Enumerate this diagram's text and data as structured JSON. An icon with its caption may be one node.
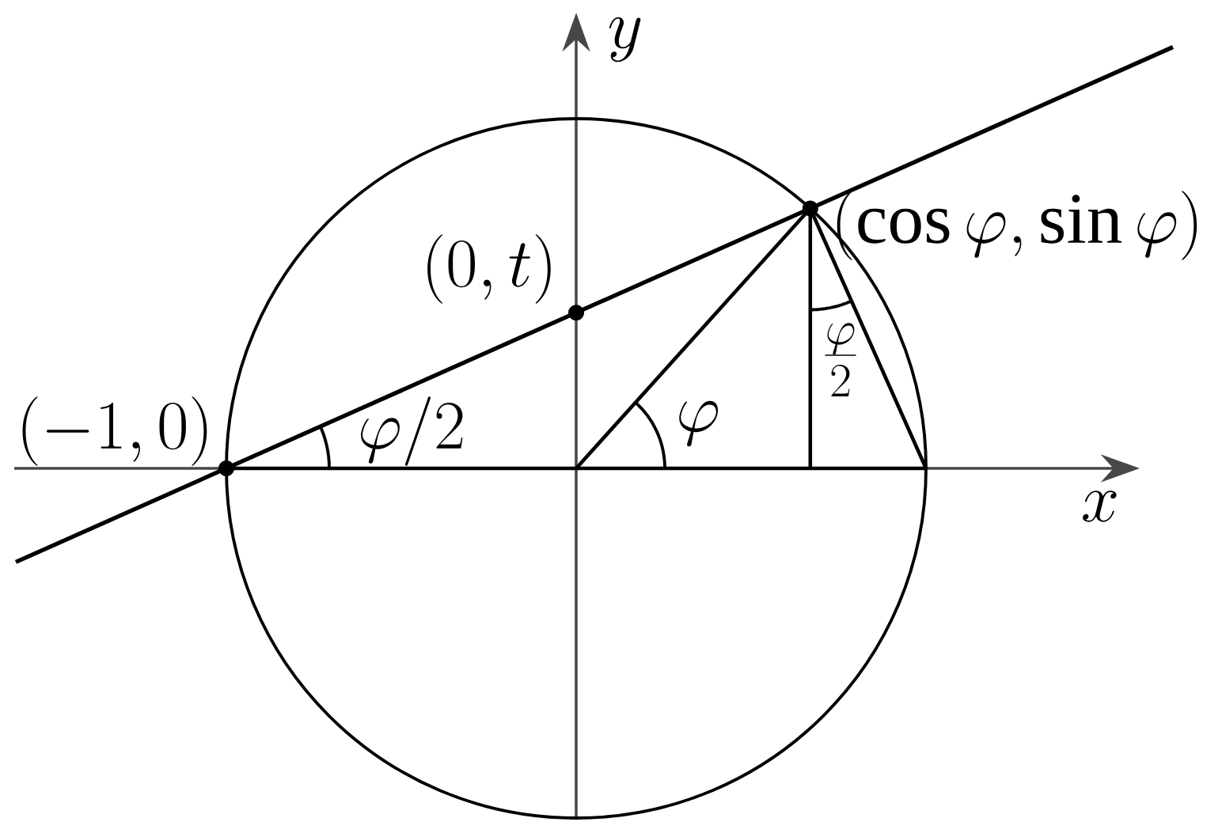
{
  "diagram": {
    "labels": [
      "y",
      "(\\cos\\varphi,\\sin\\varphi)",
      "(0,t)",
      "\\frac{\\varphi}{2}",
      "(-1,0)",
      "\\varphi/2",
      "\\varphi",
      "x"
    ]
  }
}
